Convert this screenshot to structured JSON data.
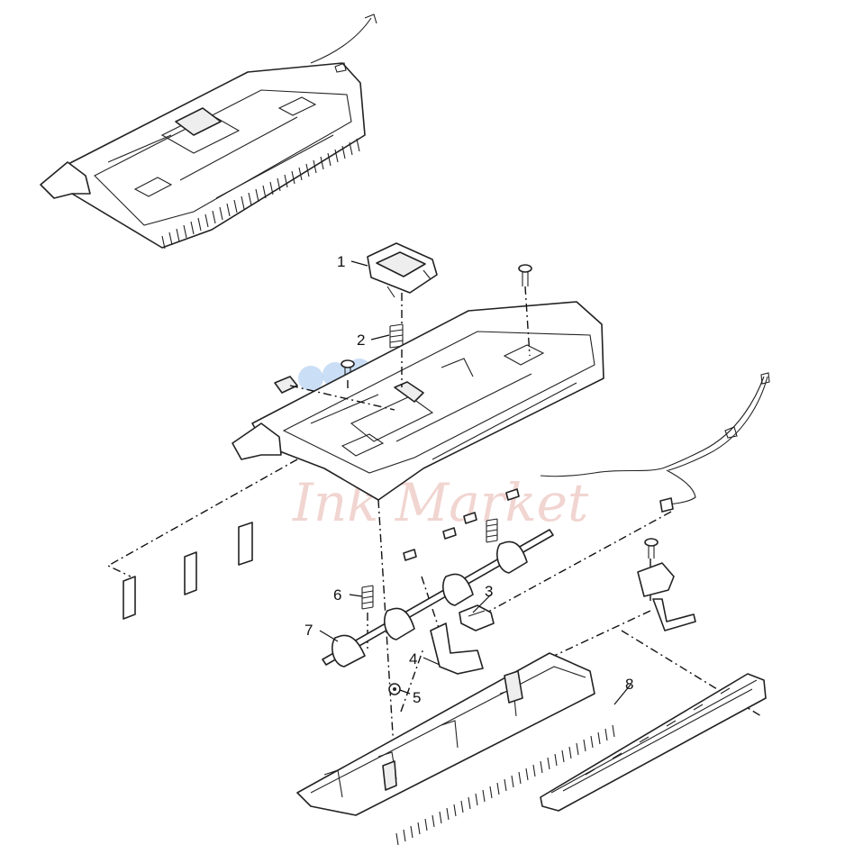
{
  "diagram": {
    "callouts": [
      {
        "id": "1",
        "label": "1"
      },
      {
        "id": "2",
        "label": "2"
      },
      {
        "id": "3",
        "label": "3"
      },
      {
        "id": "4",
        "label": "4"
      },
      {
        "id": "5",
        "label": "5"
      },
      {
        "id": "6",
        "label": "6"
      },
      {
        "id": "7",
        "label": "7"
      },
      {
        "id": "8",
        "label": "8"
      }
    ],
    "watermark": "Ink Market"
  },
  "colors": {
    "line": "#222222",
    "watermark_text": "#e7b4ac",
    "watermark_blue": "#9ec3ee",
    "watermark_yellow": "#f6d59a"
  }
}
